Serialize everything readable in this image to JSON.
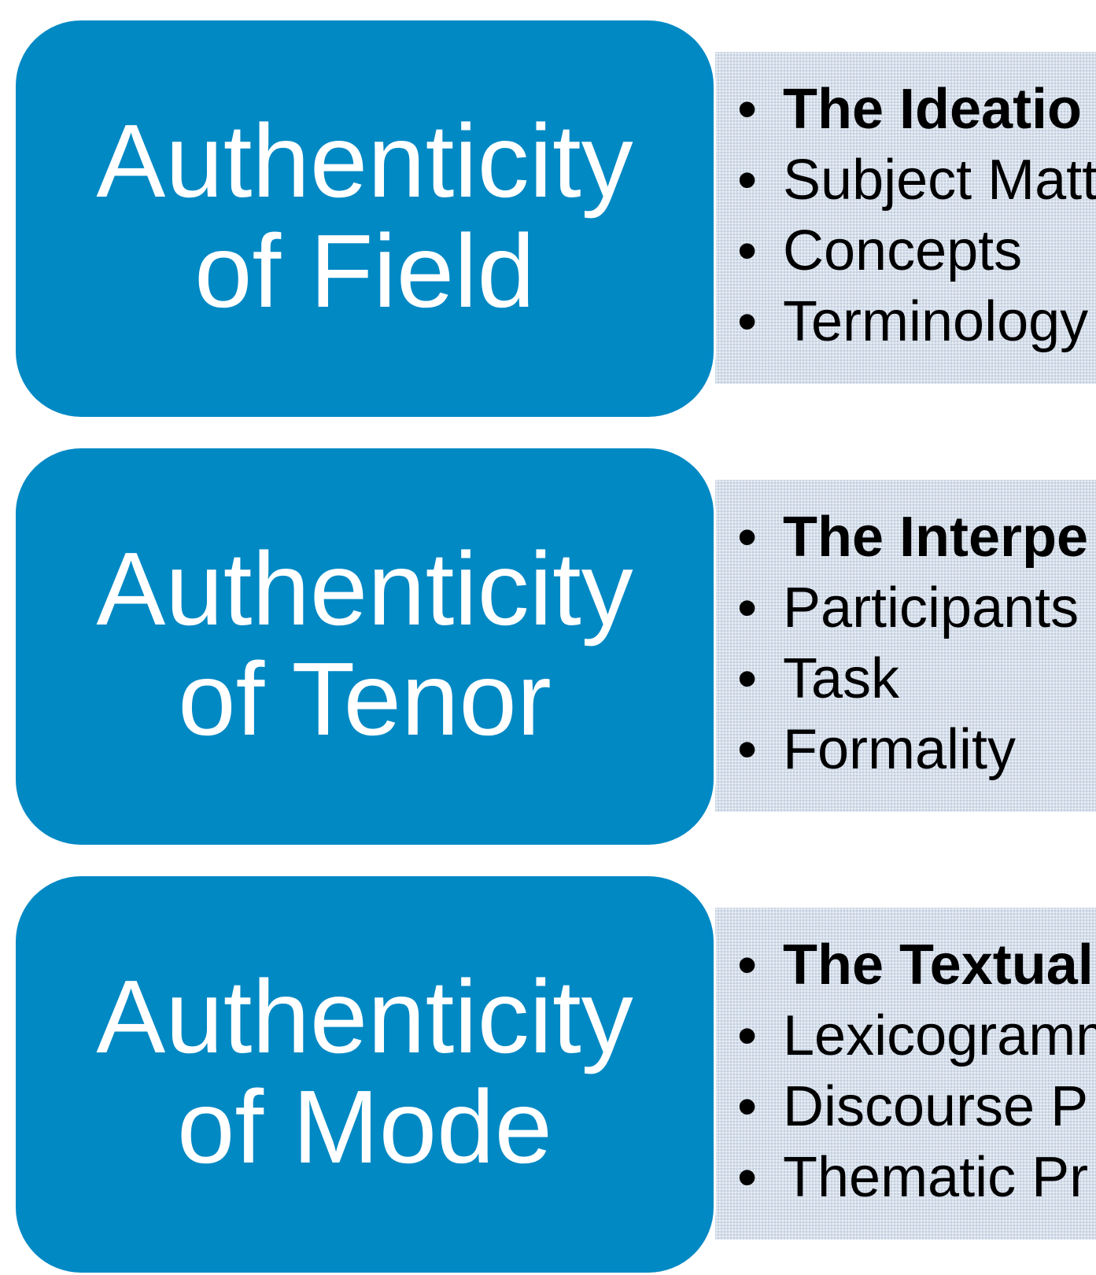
{
  "colors": {
    "block_fill": "#0189c4",
    "panel_fill": "#d6dfeb",
    "block_text": "#ffffff",
    "bullet_text": "#000000"
  },
  "bullet_glyph": "•",
  "rows": [
    {
      "title_line1": "Authenticity",
      "title_line2": "of Field",
      "items": [
        "The Ideatio",
        "Subject Matt",
        "Concepts",
        "Terminology"
      ]
    },
    {
      "title_line1": "Authenticity",
      "title_line2": "of Tenor",
      "items": [
        "The Interpe",
        "Participants",
        "Task",
        "Formality"
      ]
    },
    {
      "title_line1": "Authenticity",
      "title_line2": "of Mode",
      "items": [
        "The Textual",
        "Lexicogramm",
        "Discourse P",
        "Thematic Pr"
      ]
    }
  ]
}
